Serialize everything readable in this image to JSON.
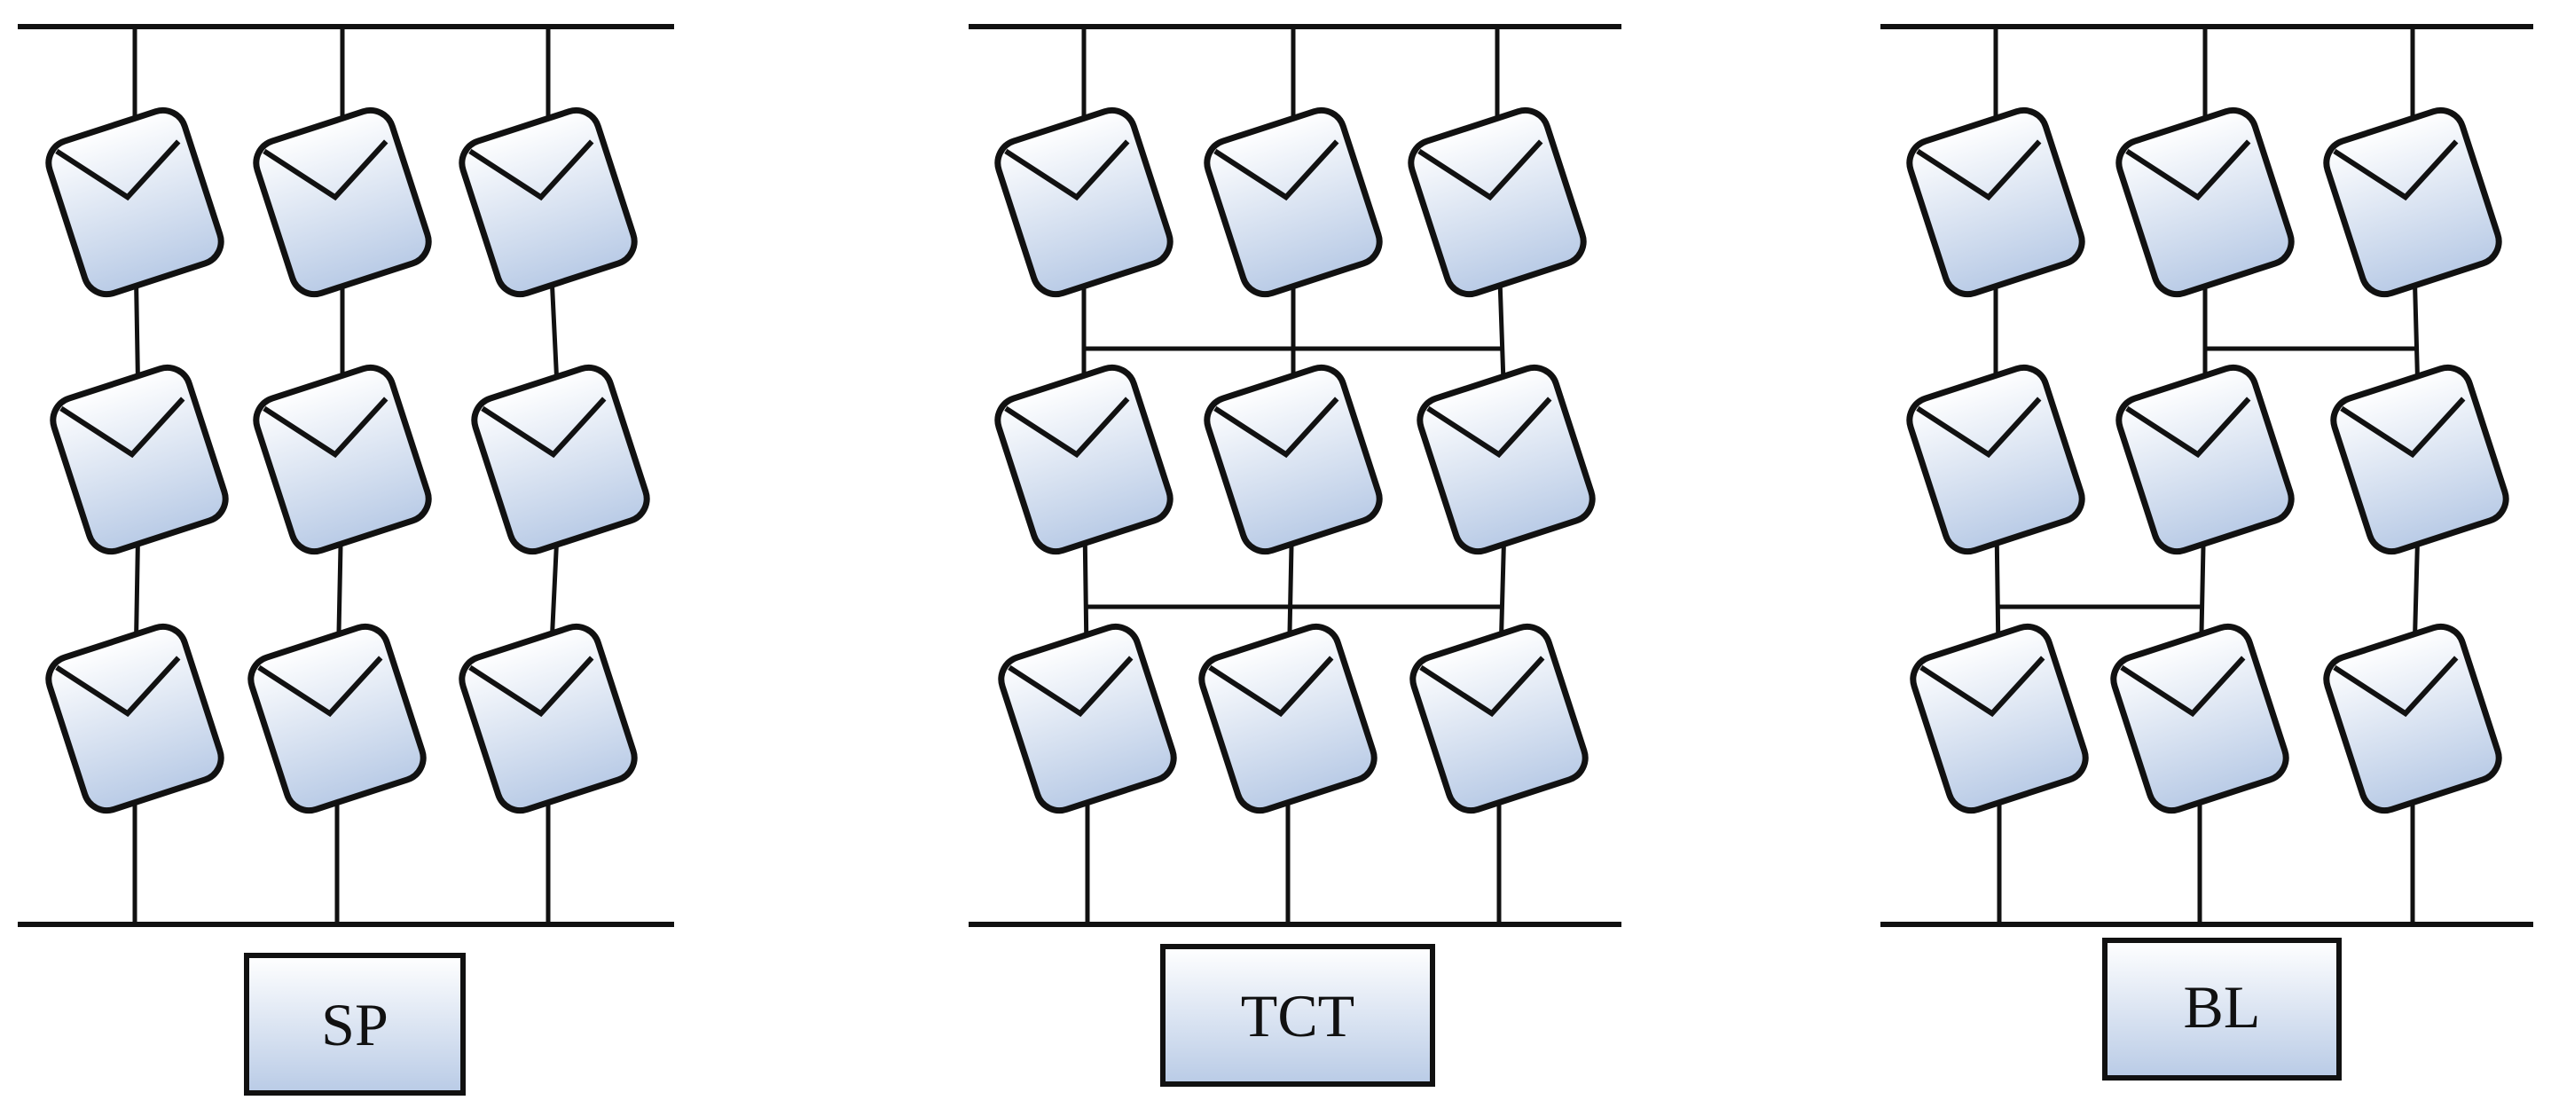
{
  "diagram": {
    "colors": {
      "stroke": "#111111",
      "panel_fill_top": "#ffffff",
      "panel_fill_bottom": "#b9cbe6"
    },
    "configurations": [
      {
        "label": "SP",
        "cross_ties": []
      },
      {
        "label": "TCT",
        "cross_ties": [
          {
            "between_rows": [
              0,
              1
            ],
            "from_column": 0,
            "to_column": 2
          },
          {
            "between_rows": [
              1,
              2
            ],
            "from_column": 0,
            "to_column": 2
          }
        ]
      },
      {
        "label": "BL",
        "cross_ties": [
          {
            "between_rows": [
              0,
              1
            ],
            "from_column": 1,
            "to_column": 2
          },
          {
            "between_rows": [
              1,
              2
            ],
            "from_column": 0,
            "to_column": 1
          }
        ]
      }
    ],
    "grid": {
      "rows": 3,
      "columns": 3
    },
    "icon": "solar-panel-icon"
  }
}
